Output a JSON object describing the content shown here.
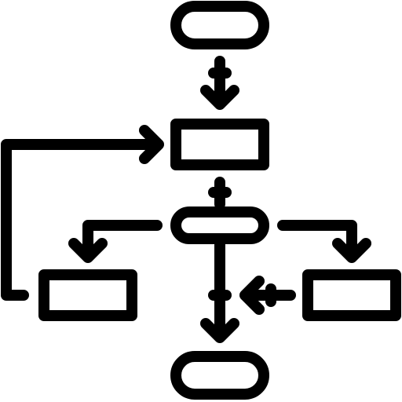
{
  "icon": {
    "name": "flowchart-icon",
    "ink_color": "#000000",
    "background_color": "#ffffff"
  },
  "nodes": [
    {
      "id": "start",
      "shape": "terminator"
    },
    {
      "id": "process",
      "shape": "process"
    },
    {
      "id": "decision",
      "shape": "terminator"
    },
    {
      "id": "branch-left",
      "shape": "process"
    },
    {
      "id": "branch-right",
      "shape": "process"
    },
    {
      "id": "end",
      "shape": "terminator"
    }
  ],
  "connectors": [
    {
      "from": "start",
      "to": "process"
    },
    {
      "from": "process",
      "to": "decision"
    },
    {
      "from": "decision",
      "to": "branch-left"
    },
    {
      "from": "decision",
      "to": "branch-right"
    },
    {
      "from": "decision",
      "to": "end"
    },
    {
      "from": "branch-right",
      "to": "decision"
    },
    {
      "from": "branch-left",
      "to": "process"
    }
  ]
}
